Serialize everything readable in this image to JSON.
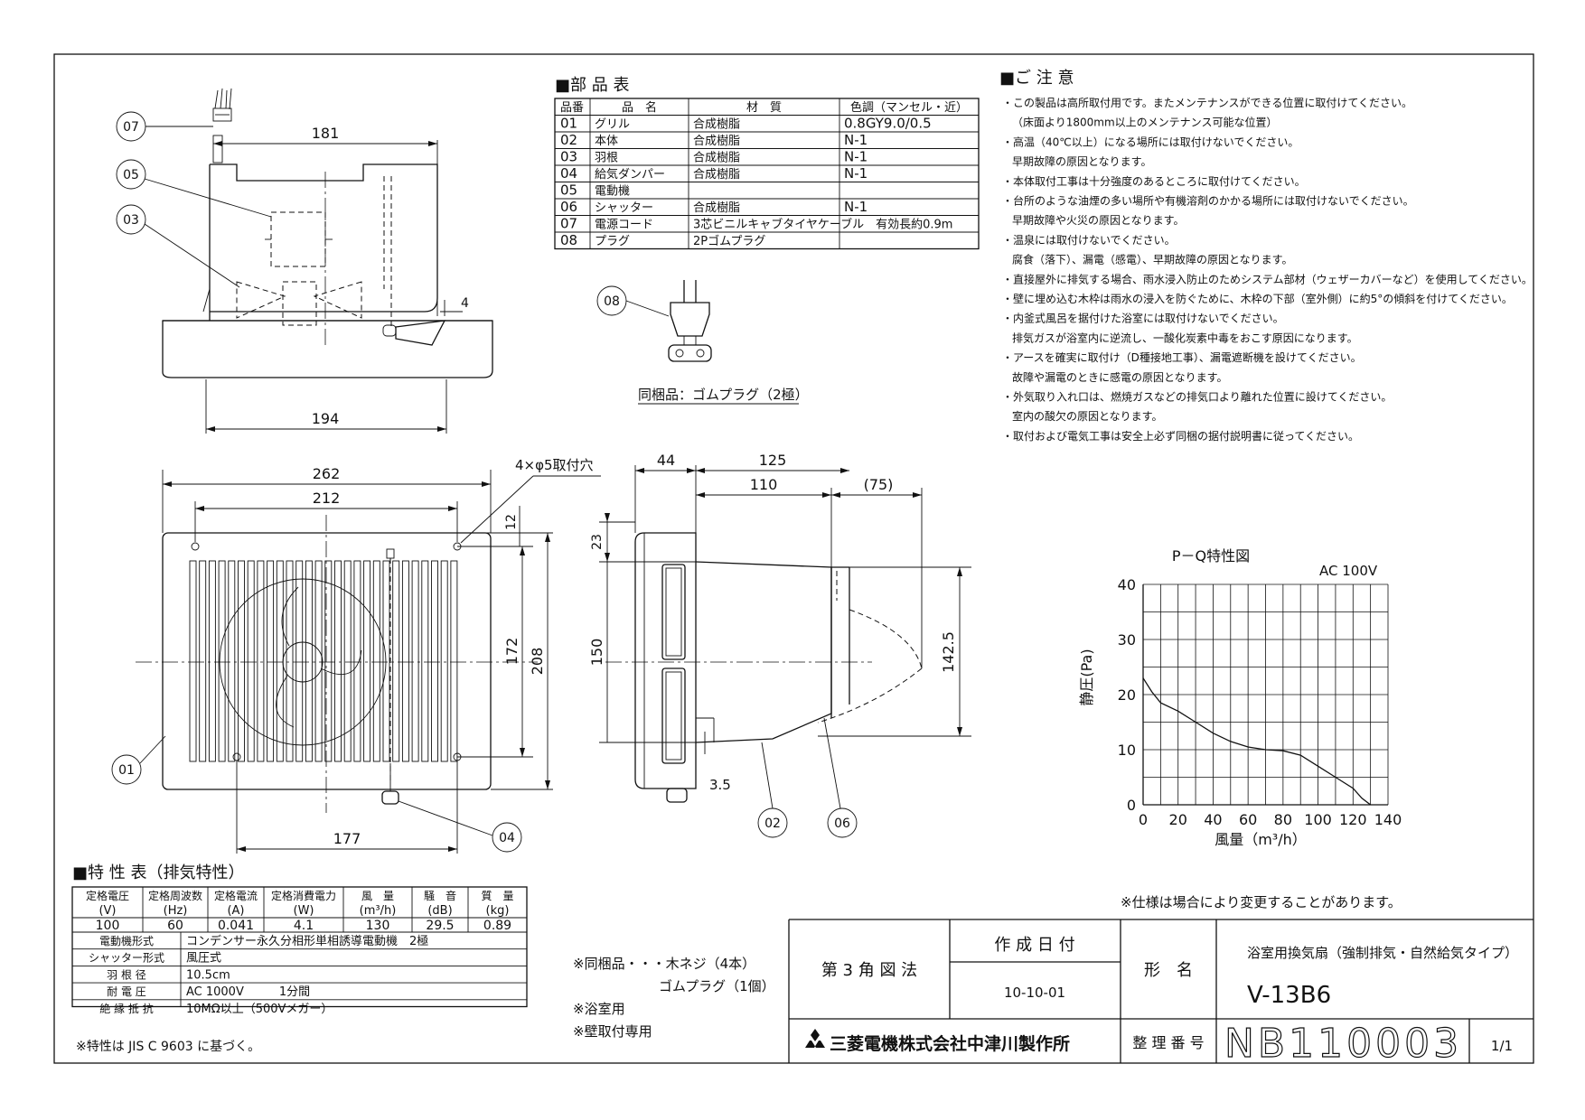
{
  "dimensions": {
    "top_width": "181",
    "base_width": "194",
    "side_clear": "4",
    "front_outer": "262",
    "front_hole_pitch": "212",
    "front_edge": "12",
    "front_hole_v": "172",
    "front_height": "208",
    "front_hole_bottom": "177",
    "mount_holes": "4×φ5取付穴",
    "side_44": "44",
    "side_125": "125",
    "side_110": "110",
    "side_75": "(75)",
    "side_23": "23",
    "side_150": "150",
    "side_1425": "142.5",
    "side_35": "3.5"
  },
  "callouts": {
    "c01": "01",
    "c02": "02",
    "c03": "03",
    "c04": "04",
    "c05": "05",
    "c06": "06",
    "c07": "07",
    "c08": "08"
  },
  "parts_table": {
    "title": "■部 品 表",
    "headers": [
      "品番",
      "品　名",
      "材　質",
      "色調（マンセル・近）"
    ],
    "rows": [
      [
        "01",
        "グリル",
        "合成樹脂",
        "0.8GY9.0/0.5"
      ],
      [
        "02",
        "本体",
        "合成樹脂",
        "N-1"
      ],
      [
        "03",
        "羽根",
        "合成樹脂",
        "N-1"
      ],
      [
        "04",
        "給気ダンパー",
        "合成樹脂",
        "N-1"
      ],
      [
        "05",
        "電動機",
        "",
        ""
      ],
      [
        "06",
        "シャッター",
        "合成樹脂",
        "N-1"
      ],
      [
        "07",
        "電源コード",
        "3芯ビニルキャブタイヤケーブル　有効長約0.9m",
        ""
      ],
      [
        "08",
        "プラグ",
        "2Pゴムプラグ",
        ""
      ]
    ]
  },
  "plug_caption": "同梱品：ゴムプラグ（2極）",
  "notes": {
    "title": "■ご 注 意",
    "lines": [
      "・この製品は高所取付用です。またメンテナンスができる位置に取付けてください。",
      "（床面より1800mm以上のメンテナンス可能な位置）",
      "・高温（40℃以上）になる場所には取付けないでください。",
      "早期故障の原因となります。",
      "・本体取付工事は十分強度のあるところに取付けてください。",
      "・台所のような油煙の多い場所や有機溶剤のかかる場所には取付けないでください。",
      "早期故障や火災の原因となります。",
      "・温泉には取付けないでください。",
      "腐食（落下）、漏電（感電）、早期故障の原因となります。",
      "・直接屋外に排気する場合、雨水浸入防止のためシステム部材（ウェザーカバーなど）を使用してください。",
      "・壁に埋め込む木枠は雨水の浸入を防ぐために、木枠の下部（室外側）に約5°の傾斜を付けてください。",
      "・内釜式風呂を据付けた浴室には取付けないでください。",
      "排気ガスが浴室内に逆流し、一酸化炭素中毒をおこす原因になります。",
      "・アースを確実に取付け（D種接地工事）、漏電遮断機を設けてください。",
      "故障や漏電のときに感電の原因となります。",
      "・外気取り入れ口は、燃焼ガスなどの排気口より離れた位置に設けてください。",
      "室内の酸欠の原因となります。",
      "・取付および電気工事は安全上必ず同梱の据付説明書に従ってください。"
    ]
  },
  "chart_data": {
    "type": "line",
    "title": "P－Q特性図",
    "subtitle": "AC 100V",
    "xlabel": "風量（m³/h）",
    "ylabel": "静圧(Pa)",
    "xlim": [
      0,
      140
    ],
    "ylim": [
      0,
      40
    ],
    "xticks": [
      "0",
      "20",
      "40",
      "60",
      "80",
      "100",
      "120",
      "140"
    ],
    "yticks": [
      "0",
      "10",
      "20",
      "30",
      "40"
    ],
    "grid": true,
    "series": [
      {
        "x": [
          0,
          5,
          10,
          20,
          30,
          40,
          50,
          60,
          70,
          80,
          90,
          100,
          110,
          120,
          125,
          130
        ],
        "y": [
          23,
          20.5,
          18.5,
          17,
          15,
          13,
          11.5,
          10.5,
          10,
          9.8,
          9,
          7,
          5,
          3,
          1.2,
          0
        ]
      }
    ]
  },
  "spec_note": "※仕様は場合により変更することがあります。",
  "spec_table": {
    "title": "■特 性 表（排気特性）",
    "headers": [
      "定格電圧",
      "定格周波数",
      "定格電流",
      "定格消費電力",
      "風　量",
      "騒　音",
      "質　量"
    ],
    "units": [
      "(V)",
      "(Hz)",
      "(A)",
      "(W)",
      "(m³/h)",
      "(dB)",
      "(kg)"
    ],
    "values": [
      "100",
      "60",
      "0.041",
      "4.1",
      "130",
      "29.5",
      "0.89"
    ],
    "rows": [
      [
        "電動機形式",
        "コンデンサー永久分相形単相誘導電動機　2極"
      ],
      [
        "シャッター形式",
        "風圧式"
      ],
      [
        "羽 根 径",
        "10.5cm"
      ],
      [
        "耐 電 圧",
        "AC 1000V　　　1分間"
      ],
      [
        "絶 縁 抵 抗",
        "10MΩ以上（500Vメガー）"
      ]
    ],
    "footnote": "※特性は JIS C 9603 に基づく。"
  },
  "accessories": {
    "line1": "※同梱品・・・木ネジ（4本）",
    "line2": "ゴムプラグ（1個）",
    "line3": "※浴室用",
    "line4": "※壁取付専用"
  },
  "title_block": {
    "projection": "第 3 角 図 法",
    "date_label": "作 成 日 付",
    "date": "10-10-01",
    "name_label": "形　名",
    "product_name": "浴室用換気扇（強制排気・自然給気タイプ）",
    "model": "V-13B6",
    "company": "三菱電機株式会社中津川製作所",
    "number_label": "整 理 番 号",
    "number": "NB110003",
    "sheet": "1/1"
  }
}
